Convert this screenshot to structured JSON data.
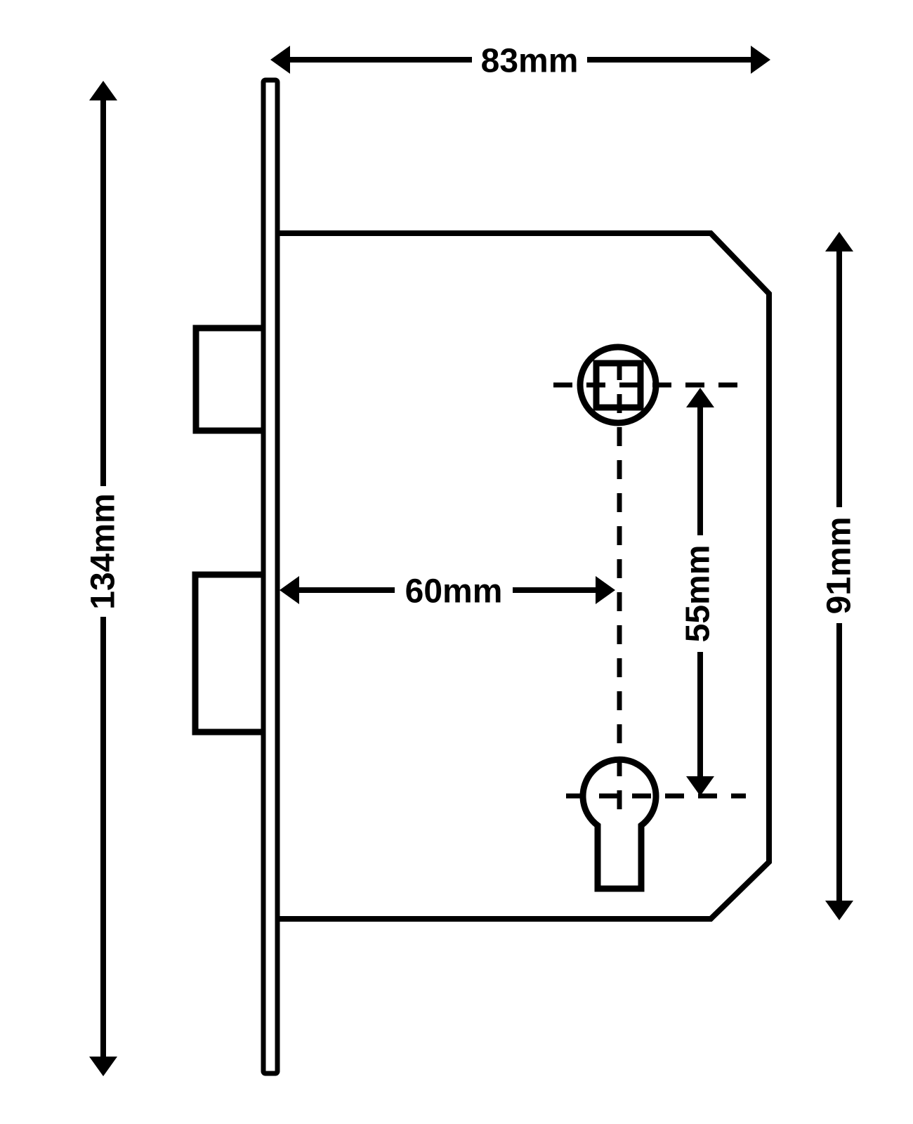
{
  "dimensions": {
    "overall_width": {
      "label": "83mm",
      "value": 83,
      "unit": "mm",
      "orientation": "horizontal"
    },
    "overall_height": {
      "label": "134mm",
      "value": 134,
      "unit": "mm",
      "orientation": "vertical"
    },
    "backset": {
      "label": "60mm",
      "value": 60,
      "unit": "mm",
      "orientation": "horizontal"
    },
    "centres": {
      "label": "55mm",
      "value": 55,
      "unit": "mm",
      "orientation": "vertical"
    },
    "case_height": {
      "label": "91mm",
      "value": 91,
      "unit": "mm",
      "orientation": "vertical"
    }
  },
  "colors": {
    "line": "#000000",
    "background": "#ffffff"
  }
}
